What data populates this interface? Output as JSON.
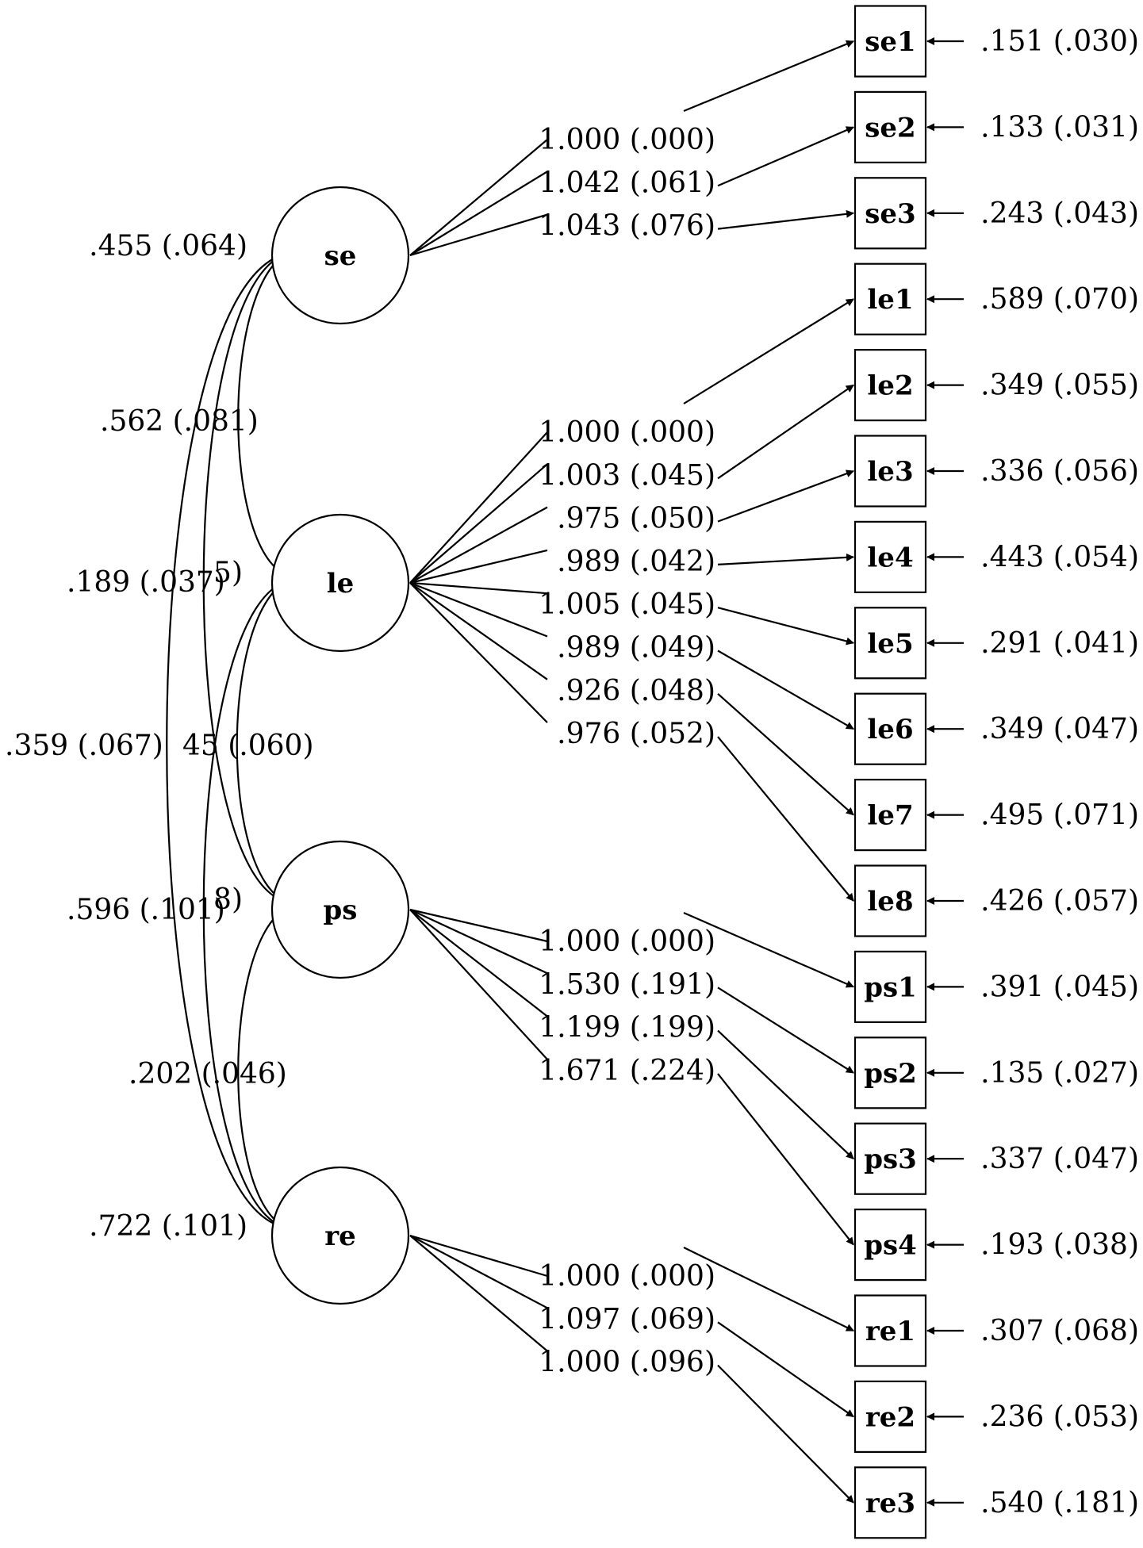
{
  "latents": [
    {
      "id": "se",
      "label": "se",
      "variance": ".455 (.064)"
    },
    {
      "id": "le",
      "label": "le",
      "variance": ".",
      "variance_tail": "5)"
    },
    {
      "id": "ps",
      "label": "ps",
      "variance": ".",
      "variance_tail": "8)"
    },
    {
      "id": "re",
      "label": "re",
      "variance": ".722 (.101)"
    }
  ],
  "covariances": [
    {
      "from": "se",
      "to": "le",
      "label": ".562 (.081)"
    },
    {
      "from": "se",
      "to": "ps",
      "label": ".189 (.037)"
    },
    {
      "from": "se",
      "to": "re",
      "label": ".359 (.067)"
    },
    {
      "from": "le",
      "to": "ps",
      "label": "45 (.060)"
    },
    {
      "from": "le",
      "to": "re",
      "label": ".596 (.101)"
    },
    {
      "from": "ps",
      "to": "re",
      "label": ".202 (.046)"
    }
  ],
  "indicators": [
    {
      "id": "se1",
      "latent": "se",
      "loading": "1.000 (.000)",
      "residual": ".151 (.030)"
    },
    {
      "id": "se2",
      "latent": "se",
      "loading": "1.042 (.061)",
      "residual": ".133 (.031)"
    },
    {
      "id": "se3",
      "latent": "se",
      "loading": "1.043 (.076)",
      "residual": ".243 (.043)"
    },
    {
      "id": "le1",
      "latent": "le",
      "loading": "1.000 (.000)",
      "residual": ".589 (.070)"
    },
    {
      "id": "le2",
      "latent": "le",
      "loading": "1.003 (.045)",
      "residual": ".349 (.055)"
    },
    {
      "id": "le3",
      "latent": "le",
      "loading": ".975 (.050)",
      "residual": ".336 (.056)"
    },
    {
      "id": "le4",
      "latent": "le",
      "loading": ".989 (.042)",
      "residual": ".443 (.054)"
    },
    {
      "id": "le5",
      "latent": "le",
      "loading": "1.005 (.045)",
      "residual": ".291 (.041)"
    },
    {
      "id": "le6",
      "latent": "le",
      "loading": ".989 (.049)",
      "residual": ".349 (.047)"
    },
    {
      "id": "le7",
      "latent": "le",
      "loading": ".926 (.048)",
      "residual": ".495 (.071)"
    },
    {
      "id": "le8",
      "latent": "le",
      "loading": ".976 (.052)",
      "residual": ".426 (.057)"
    },
    {
      "id": "ps1",
      "latent": "ps",
      "loading": "1.000 (.000)",
      "residual": ".391 (.045)"
    },
    {
      "id": "ps2",
      "latent": "ps",
      "loading": "1.530 (.191)",
      "residual": ".135 (.027)"
    },
    {
      "id": "ps3",
      "latent": "ps",
      "loading": "1.199 (.199)",
      "residual": ".337 (.047)"
    },
    {
      "id": "ps4",
      "latent": "ps",
      "loading": "1.671 (.224)",
      "residual": ".193 (.038)"
    },
    {
      "id": "re1",
      "latent": "re",
      "loading": "1.000 (.000)",
      "residual": ".307 (.068)"
    },
    {
      "id": "re2",
      "latent": "re",
      "loading": "1.097 (.069)",
      "residual": ".236 (.053)"
    },
    {
      "id": "re3",
      "latent": "re",
      "loading": "1.000 (.096)",
      "residual": ".540 (.181)"
    }
  ]
}
